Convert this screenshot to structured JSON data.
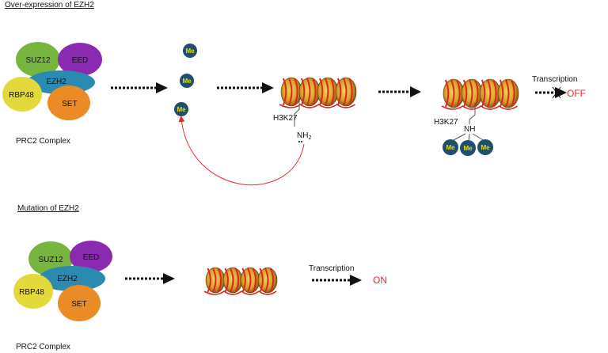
{
  "headers": {
    "over": "Over-expression of EZH2",
    "mutation": "Mutation of EZH2"
  },
  "complex": {
    "suz12": "SUZ12",
    "eed": "EED",
    "ezh2": "EZH2",
    "rbp48": "RBP48",
    "set": "SET",
    "caption": "PRC2 Complex"
  },
  "methyl": "Me",
  "residue": {
    "h3k27": "H3K27",
    "nh2": "NH2",
    "nh": "NH"
  },
  "transcription": {
    "label": "Transcription",
    "off": "OFF",
    "on": "ON"
  },
  "colors": {
    "suz12": "#78b540",
    "eed": "#8a2ab0",
    "ezh2": "#2a8ab0",
    "rbp48": "#e3d93a",
    "set": "#ea8b25",
    "methyl": "#1f4e6e",
    "methyl_text": "#e8e000",
    "red": "#e8282a"
  }
}
